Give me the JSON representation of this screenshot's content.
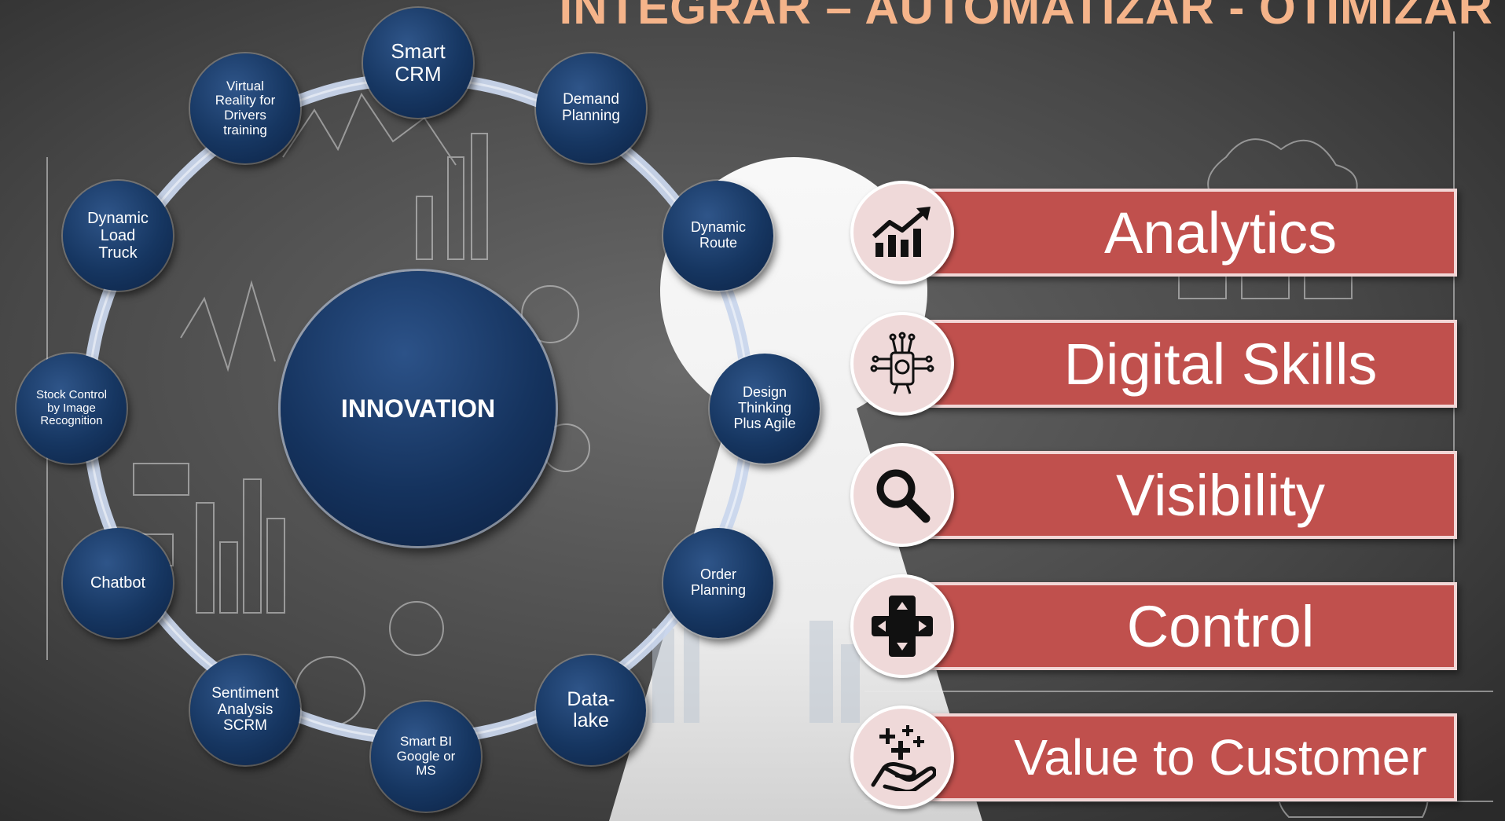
{
  "title": "INTEGRAR – AUTOMATIZAR - OTIMIZAR",
  "center": {
    "label": "INNOVATION"
  },
  "nodes": [
    {
      "label": "Smart CRM"
    },
    {
      "label": "Demand Planning"
    },
    {
      "label": "Dynamic Route"
    },
    {
      "label": "Design Thinking Plus Agile"
    },
    {
      "label": "Order Planning"
    },
    {
      "label": "Data-lake"
    },
    {
      "label": "Smart BI Google or MS"
    },
    {
      "label": "Sentiment Analysis SCRM"
    },
    {
      "label": "Chatbot"
    },
    {
      "label": "Stock Control by Image Recognition"
    },
    {
      "label": "Dynamic Load Truck"
    },
    {
      "label": "Virtual Reality for Drivers training"
    }
  ],
  "pillars": [
    {
      "label": "Analytics",
      "icon": "growth-chart-icon"
    },
    {
      "label": "Digital Skills",
      "icon": "digital-brain-icon"
    },
    {
      "label": "Visibility",
      "icon": "magnifier-icon"
    },
    {
      "label": "Control",
      "icon": "gamepad-dpad-icon"
    },
    {
      "label": "Value to Customer",
      "icon": "hand-sparkles-icon"
    }
  ],
  "colors": {
    "title": "#f5b48a",
    "node_fill": "#163661",
    "pillar_fill": "#c0504d",
    "icon_circle": "#efd9d9",
    "ring": "#c9d6ec"
  }
}
